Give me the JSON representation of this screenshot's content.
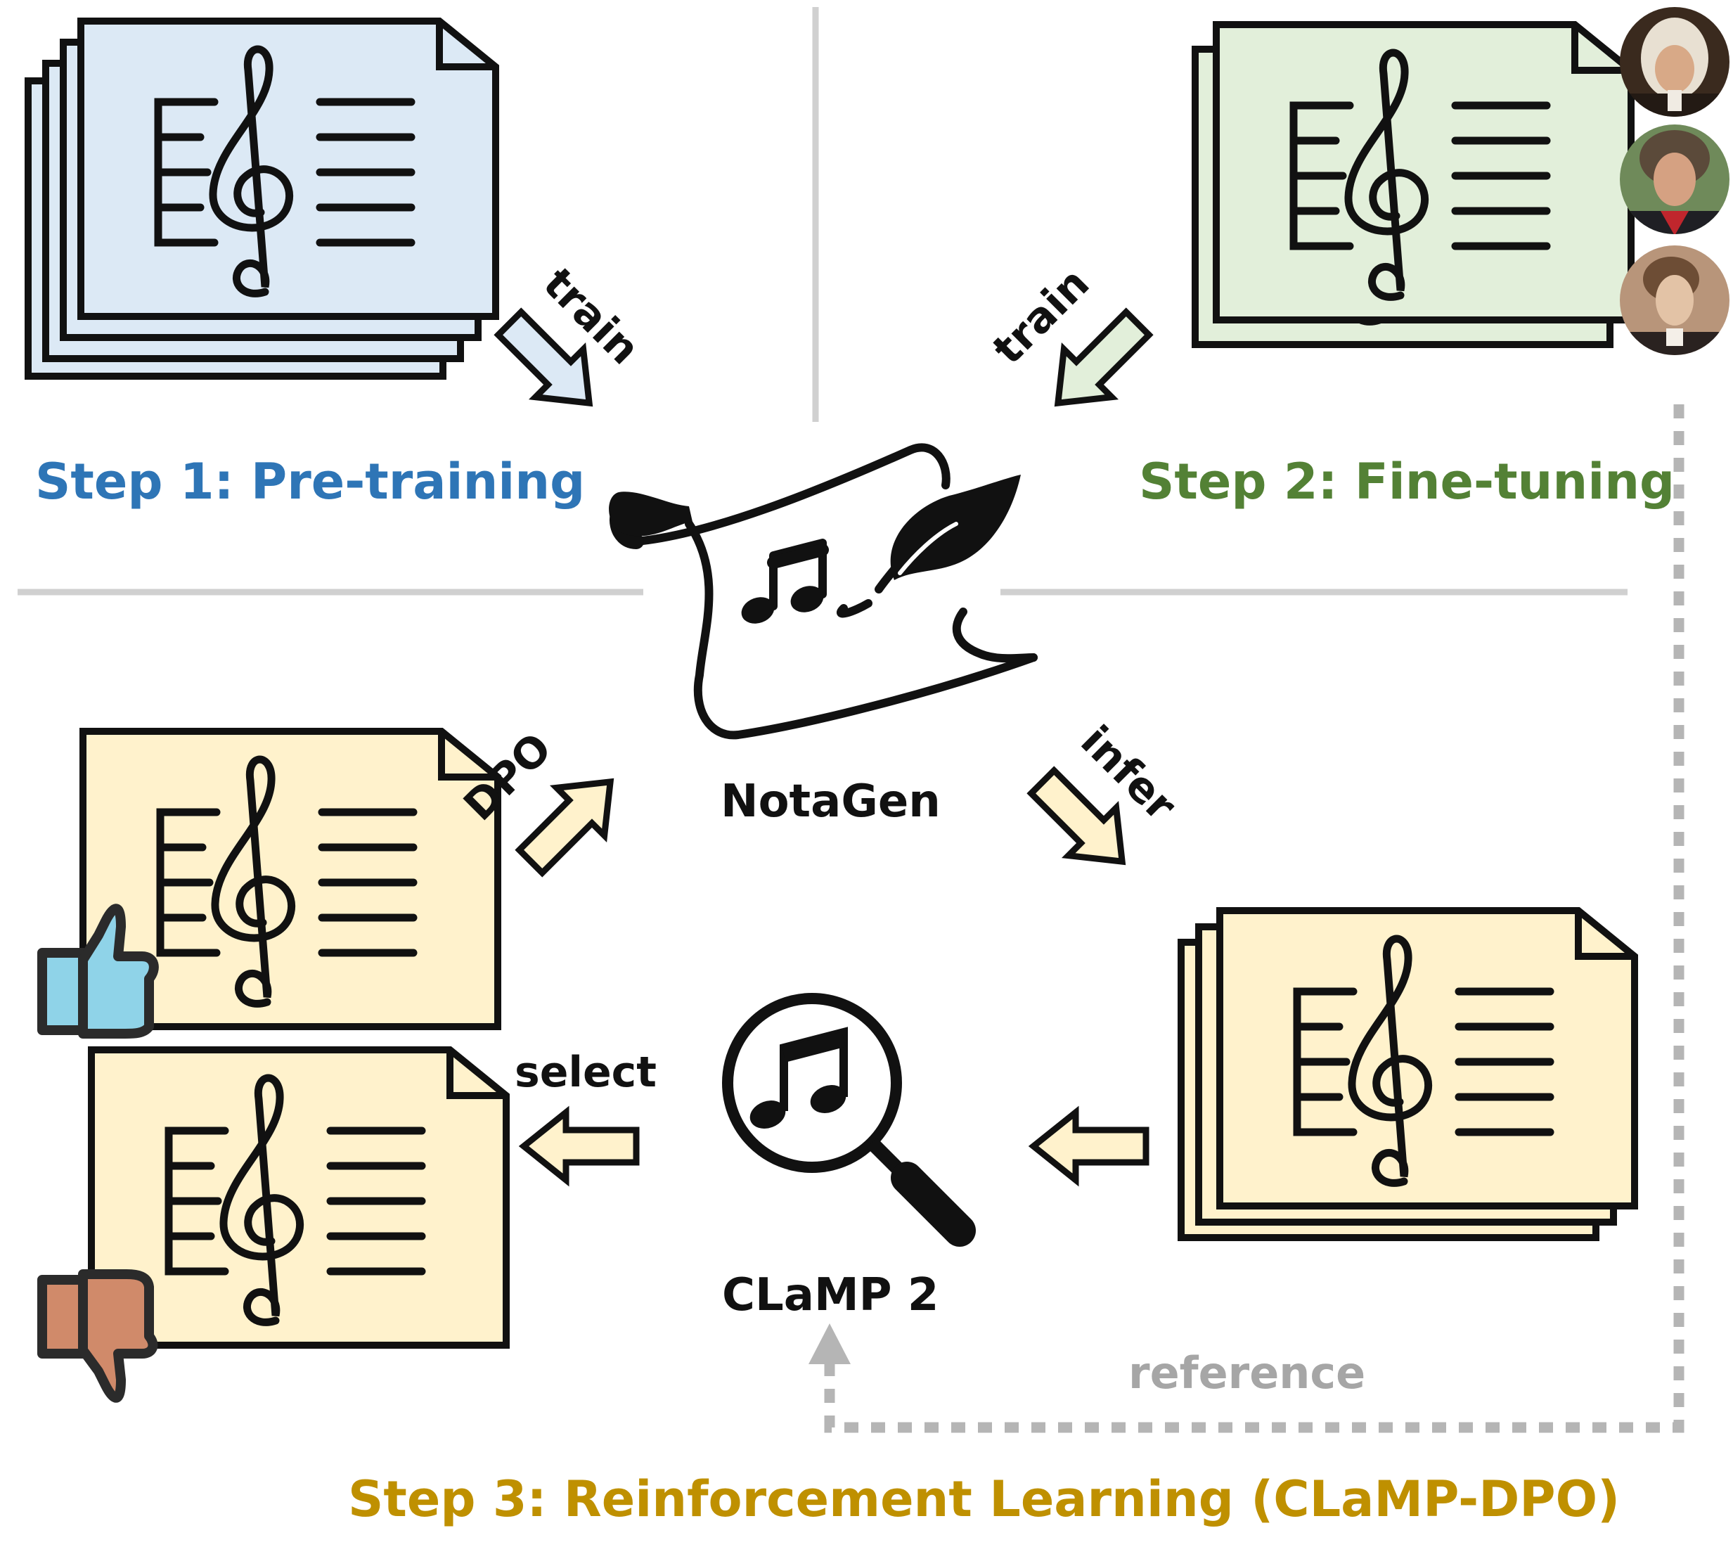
{
  "colors": {
    "step1": "#2e75b6",
    "step2": "#538135",
    "step3": "#bf9000",
    "pretrain_fill": "#dce9f5",
    "finetune_fill": "#e2efda",
    "rl_fill": "#fff2cc",
    "divider": "#d0d0d0",
    "reference": "#a6a6a6",
    "outline": "#111111",
    "thumb_up": "#8fd3e8",
    "thumb_down": "#d08a6a"
  },
  "steps": {
    "step1": {
      "title": "Step 1: Pre-training"
    },
    "step2": {
      "title": "Step 2: Fine-tuning"
    },
    "step3": {
      "title": "Step 3: Reinforcement Learning (CLaMP-DPO)"
    }
  },
  "nodes": {
    "notagen": {
      "label": "NotaGen",
      "icon": "scroll-with-quill-and-notes-icon"
    },
    "clamp": {
      "label": "CLaMP 2",
      "icon": "magnifier-with-music-note-icon"
    },
    "pretrain_scores": {
      "icon": "sheet-music-stack-icon"
    },
    "finetune_scores": {
      "icon": "sheet-music-stack-icon"
    },
    "generated_scores": {
      "icon": "sheet-music-stack-icon"
    },
    "chosen_score": {
      "icon": "sheet-music-icon",
      "badge": "thumbs-up-icon"
    },
    "rejected_score": {
      "icon": "sheet-music-icon",
      "badge": "thumbs-down-icon"
    },
    "composers": [
      "bach-portrait",
      "beethoven-portrait",
      "chopin-portrait"
    ]
  },
  "edges": {
    "train1": {
      "label": "train"
    },
    "train2": {
      "label": "train"
    },
    "infer": {
      "label": "infer"
    },
    "dpo": {
      "label": "DPO"
    },
    "select": {
      "label": "select"
    },
    "reference": {
      "label": "reference"
    }
  }
}
